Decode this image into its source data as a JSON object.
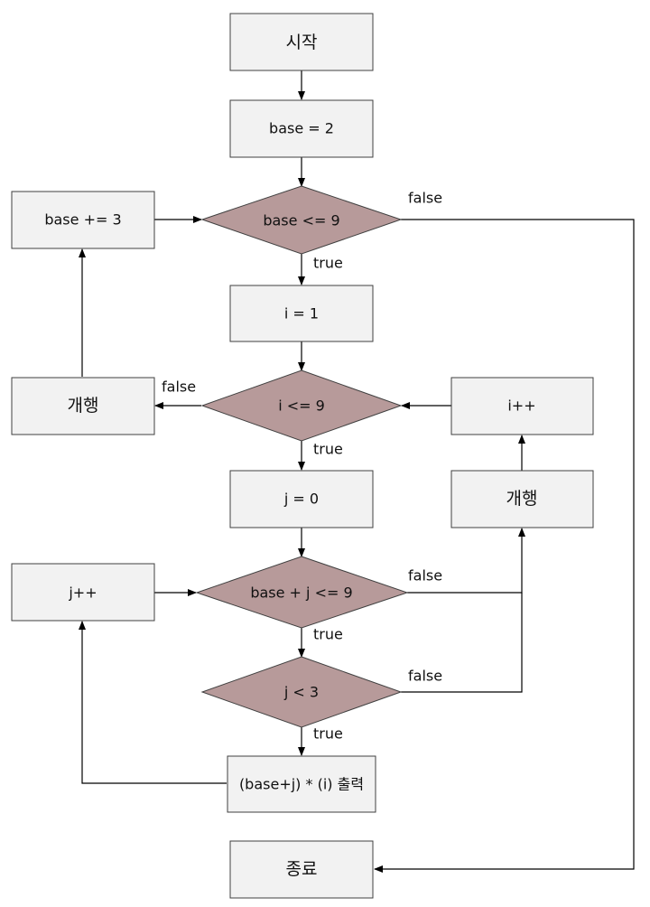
{
  "nodes": {
    "start": "시작",
    "base_init": "base = 2",
    "base_cond": "base <= 9",
    "base_inc": "base += 3",
    "i_init": "i = 1",
    "i_cond": "i <= 9",
    "newline_outer": "개행",
    "i_inc": "i++",
    "j_init": "j = 0",
    "newline_inner": "개행",
    "j_inc": "j++",
    "sum_cond": "base + j <= 9",
    "j_cond": "j < 3",
    "print": "(base+j) * (i) 출력",
    "end": "종료"
  },
  "edge_labels": {
    "base_cond_false": "false",
    "base_cond_true": "true",
    "i_cond_false": "false",
    "i_cond_true": "true",
    "sum_cond_false": "false",
    "sum_cond_true": "true",
    "j_cond_false": "false",
    "j_cond_true": "true"
  },
  "colors": {
    "process_fill": "#f2f2f2",
    "decision_fill": "#b79a9a",
    "border": "#404040"
  }
}
